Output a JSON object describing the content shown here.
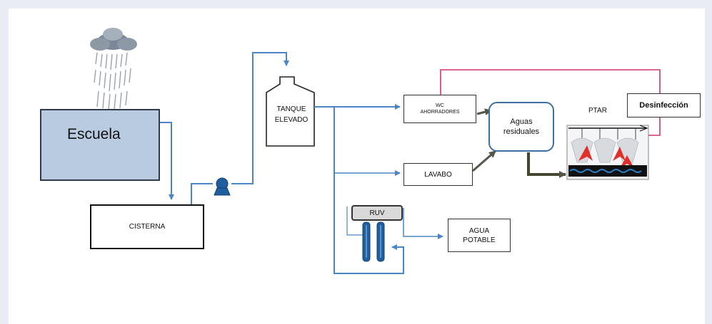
{
  "nodes": {
    "escuela": "Escuela",
    "cisterna": "CISTERNA",
    "tanque": [
      "TANQUE",
      "ELEVADO"
    ],
    "wc": [
      "WC",
      "AHORRADORES"
    ],
    "lavabo": "LAVABO",
    "aguas_residuales": [
      "Aguas",
      "residuales"
    ],
    "ptar": "PTAR",
    "desinfeccion": "Desinfección",
    "ruv": "RUV",
    "agua_potable": [
      "AGUA",
      "POTABLE"
    ]
  },
  "colors": {
    "water_pipe": "#4a86c5",
    "wastewater_arrow": "#6b6b62",
    "recycle_line": "#d6326e",
    "building_fill": "#b8cbe0",
    "ruv_tube": "#1f5fa0"
  },
  "icons": [
    "rain-cloud-icon",
    "pump-icon",
    "ptar-tank-icon",
    "uv-lamp-icon"
  ]
}
